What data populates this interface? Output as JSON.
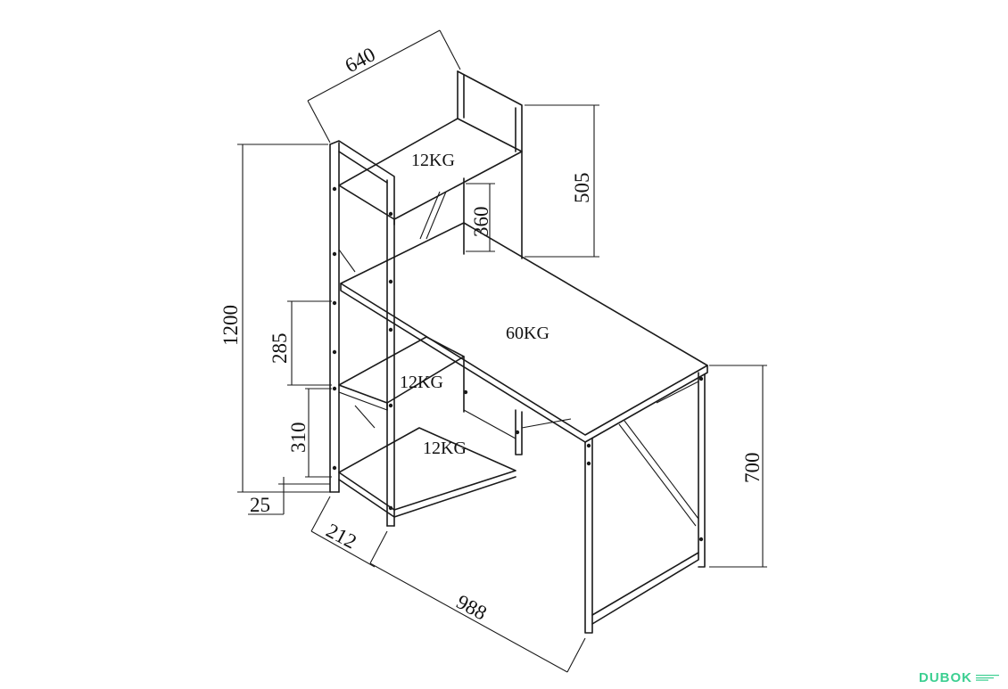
{
  "dimensions": {
    "depth_top": "640",
    "shelf_height_top": "505",
    "riser_height": "360",
    "total_height": "1200",
    "shelf_gap_upper": "285",
    "shelf_gap_lower": "310",
    "floor_clearance": "25",
    "shelf_depth": "212",
    "total_width": "988",
    "desk_height": "700"
  },
  "loads": {
    "top_shelf": "12KG",
    "desktop": "60KG",
    "middle_shelf": "12KG",
    "bottom_shelf": "12KG"
  },
  "watermark": {
    "word": "DUBOK",
    "color": "#3ccf91"
  },
  "colors": {
    "line": "#1a1a1a",
    "background": "#ffffff"
  }
}
